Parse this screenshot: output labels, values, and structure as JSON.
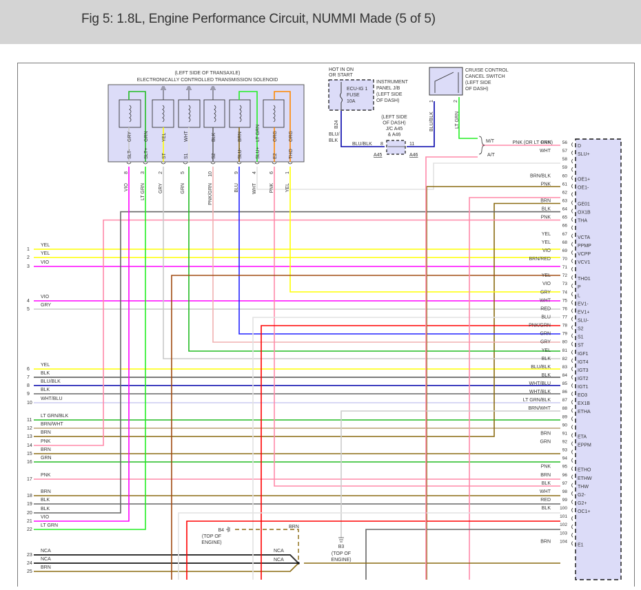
{
  "header": {
    "title": "Fig 5: 1.8L, Engine Performance Circuit, NUMMI Made (5 of 5)"
  },
  "colors": {
    "YEL": "#ffff00",
    "VIO": "#ff00ff",
    "GRY": "#c8c8c8",
    "WHT": "#e2e2e2",
    "BLK": "#666666",
    "BLU": "#2222ff",
    "BLU/BLK": "#0000aa",
    "GRN": "#22bb22",
    "LT GRN": "#22ee22",
    "LT GRN/BLK": "#22bb22",
    "PNK": "#ff88a8",
    "PNK/GRN": "#f0b0b0",
    "BRN": "#8a6a10",
    "BRN/BLK": "#8a6a10",
    "BRN/RED": "#a04a10",
    "BRN/WHT": "#b8a070",
    "RED": "#ff0000",
    "WHT/BLU": "#ccccf0",
    "WHT/BLK": "#cccccc",
    "ORG": "#ff8800",
    "NCA": "#333333",
    "component_fill": "#dcdcf8"
  },
  "solenoid": {
    "location": "(LEFT SIDE OF TRANSAXLE)",
    "name": "ELECTRONICALLY CONTROLLED TRANSMISSION SOLENOID",
    "terminals": [
      {
        "pin": "SLT-",
        "internal": "GRY",
        "wire": "VIO",
        "num": "8"
      },
      {
        "pin": "SLT+",
        "internal": "GRN",
        "wire": "LT GRN",
        "num": "3"
      },
      {
        "pin": "ST",
        "internal": "YEL",
        "wire": "GRY",
        "num": "2"
      },
      {
        "pin": "S1",
        "internal": "WHT",
        "wire": "GRN",
        "num": "5"
      },
      {
        "pin": "S2",
        "internal": "BLK",
        "wire": "PNK/GRN",
        "num": "10"
      },
      {
        "pin": "SLU-",
        "internal": "BRN",
        "wire": "BLU",
        "num": "9"
      },
      {
        "pin": "SLU+",
        "internal": "LT GRN",
        "wire": "WHT",
        "num": "4"
      },
      {
        "pin": "E2",
        "internal": "ORG",
        "wire": "PNK",
        "num": "6"
      },
      {
        "pin": "THO",
        "internal": "ORG",
        "wire": "YEL",
        "num": "1"
      }
    ]
  },
  "fuse": {
    "hot": [
      "HOT IN ON",
      "OR START"
    ],
    "label": [
      "ECU-IG 1",
      "FUSE",
      "10A"
    ],
    "panel": [
      "INSTRUMENT",
      "PANEL J/B",
      "(LEFT SIDE",
      "OF DASH)"
    ],
    "pin": "B24",
    "wire": [
      "BLU/",
      "BLK"
    ]
  },
  "junction": {
    "label": [
      "(LEFT SIDE",
      "OF DASH)",
      "J/C A45",
      "& A46"
    ],
    "left_wire": "BLU/BLK",
    "left_pin": "8",
    "right_pin": "11",
    "left_conn": "A45",
    "right_conn": "A46"
  },
  "cruise": {
    "label": [
      "CRUISE CONTROL",
      "CANCEL SWITCH",
      "(LEFT SIDE",
      "OF DASH)"
    ],
    "pin1": "1",
    "pin2": "2",
    "wire1": "BLU/BLK",
    "wire2": "LT GRN",
    "mt": "M/T",
    "at": "A/T"
  },
  "ecm_pins": [
    {
      "n": "56",
      "wire": "PNK",
      "note": "(OR LT GRN)",
      "term": "D"
    },
    {
      "n": "57",
      "wire": "WHT",
      "term": "SLU+"
    },
    {
      "n": "58",
      "wire": "",
      "term": ""
    },
    {
      "n": "59",
      "wire": "",
      "term": ""
    },
    {
      "n": "60",
      "wire": "BRN/BLK",
      "term": "OE1+"
    },
    {
      "n": "61",
      "wire": "PNK",
      "term": "OE1-"
    },
    {
      "n": "62",
      "wire": "",
      "term": ""
    },
    {
      "n": "63",
      "wire": "BRN",
      "term": "GE01"
    },
    {
      "n": "64",
      "wire": "BLK",
      "term": "OX1B"
    },
    {
      "n": "65",
      "wire": "PNK",
      "term": "THA"
    },
    {
      "n": "66",
      "wire": "",
      "term": ""
    },
    {
      "n": "67",
      "wire": "YEL",
      "term": "VCTA"
    },
    {
      "n": "68",
      "wire": "YEL",
      "term": "PPMP"
    },
    {
      "n": "69",
      "wire": "VIO",
      "term": "VCPP"
    },
    {
      "n": "70",
      "wire": "BRN/RED",
      "term": "VCV1"
    },
    {
      "n": "71",
      "wire": "",
      "term": ""
    },
    {
      "n": "72",
      "wire": "YEL",
      "term": "THO1"
    },
    {
      "n": "73",
      "wire": "VIO",
      "term": "P"
    },
    {
      "n": "74",
      "wire": "GRY",
      "term": "L"
    },
    {
      "n": "75",
      "wire": "WHT",
      "term": "EV1-"
    },
    {
      "n": "76",
      "wire": "RED",
      "term": "EV1+"
    },
    {
      "n": "77",
      "wire": "BLU",
      "term": "SLU-"
    },
    {
      "n": "78",
      "wire": "PNK/GRN",
      "term": "S2"
    },
    {
      "n": "79",
      "wire": "GRN",
      "term": "S1"
    },
    {
      "n": "80",
      "wire": "GRY",
      "term": "ST"
    },
    {
      "n": "81",
      "wire": "YEL",
      "term": "IGF1"
    },
    {
      "n": "82",
      "wire": "BLK",
      "term": "IGT4"
    },
    {
      "n": "83",
      "wire": "BLU/BLK",
      "term": "IGT3"
    },
    {
      "n": "84",
      "wire": "BLK",
      "term": "IGT2"
    },
    {
      "n": "85",
      "wire": "WHT/BLU",
      "term": "IGT1"
    },
    {
      "n": "86",
      "wire": "WHT/BLK",
      "term": "EO3"
    },
    {
      "n": "87",
      "wire": "LT GRN/BLK",
      "term": "EX1B"
    },
    {
      "n": "88",
      "wire": "BRN/WHT",
      "term": "ETHA"
    },
    {
      "n": "89",
      "wire": "",
      "term": ""
    },
    {
      "n": "90",
      "wire": "",
      "term": ""
    },
    {
      "n": "91",
      "wire": "BRN",
      "term": "ETA"
    },
    {
      "n": "92",
      "wire": "GRN",
      "term": "EPPM"
    },
    {
      "n": "93",
      "wire": "",
      "term": ""
    },
    {
      "n": "94",
      "wire": "",
      "term": ""
    },
    {
      "n": "95",
      "wire": "PNK",
      "term": "ETHO"
    },
    {
      "n": "96",
      "wire": "BRN",
      "term": "ETHW"
    },
    {
      "n": "97",
      "wire": "BLK",
      "term": "THW"
    },
    {
      "n": "98",
      "wire": "WHT",
      "term": "G2-"
    },
    {
      "n": "99",
      "wire": "RED",
      "term": "G2+"
    },
    {
      "n": "100",
      "wire": "BLK",
      "term": "OC1+"
    },
    {
      "n": "101",
      "wire": "",
      "term": ""
    },
    {
      "n": "102",
      "wire": "",
      "term": ""
    },
    {
      "n": "103",
      "wire": "",
      "term": ""
    },
    {
      "n": "104",
      "wire": "BRN",
      "term": "E1"
    }
  ],
  "left_wires": [
    {
      "n": "1",
      "wire": "YEL"
    },
    {
      "n": "2",
      "wire": "YEL"
    },
    {
      "n": "3",
      "wire": "VIO"
    },
    {
      "n": "4",
      "wire": "VIO"
    },
    {
      "n": "5",
      "wire": "GRY"
    },
    {
      "n": "6",
      "wire": "YEL"
    },
    {
      "n": "7",
      "wire": "BLK"
    },
    {
      "n": "8",
      "wire": "BLU/BLK"
    },
    {
      "n": "9",
      "wire": "BLK"
    },
    {
      "n": "10",
      "wire": "WHT/BLU"
    },
    {
      "n": "11",
      "wire": "LT GRN/BLK"
    },
    {
      "n": "12",
      "wire": "BRN/WHT"
    },
    {
      "n": "13",
      "wire": "BRN"
    },
    {
      "n": "14",
      "wire": "PNK"
    },
    {
      "n": "15",
      "wire": "BRN"
    },
    {
      "n": "16",
      "wire": "GRN"
    },
    {
      "n": "17",
      "wire": "PNK"
    },
    {
      "n": "18",
      "wire": "BRN"
    },
    {
      "n": "19",
      "wire": "BLK"
    },
    {
      "n": "20",
      "wire": "BLK"
    },
    {
      "n": "21",
      "wire": "VIO"
    },
    {
      "n": "22",
      "wire": "LT GRN"
    },
    {
      "n": "23",
      "wire": "NCA"
    },
    {
      "n": "24",
      "wire": "NCA"
    },
    {
      "n": "25",
      "wire": "BRN"
    }
  ],
  "grounds": {
    "b4": {
      "id": "B4",
      "loc": [
        "(TOP OF",
        "ENGINE)"
      ],
      "wire": "BRN"
    },
    "b3": {
      "id": "B3",
      "loc": [
        "(TOP OF",
        "ENGINE)"
      ]
    },
    "nca_labels": [
      "NCA",
      "NCA"
    ]
  }
}
